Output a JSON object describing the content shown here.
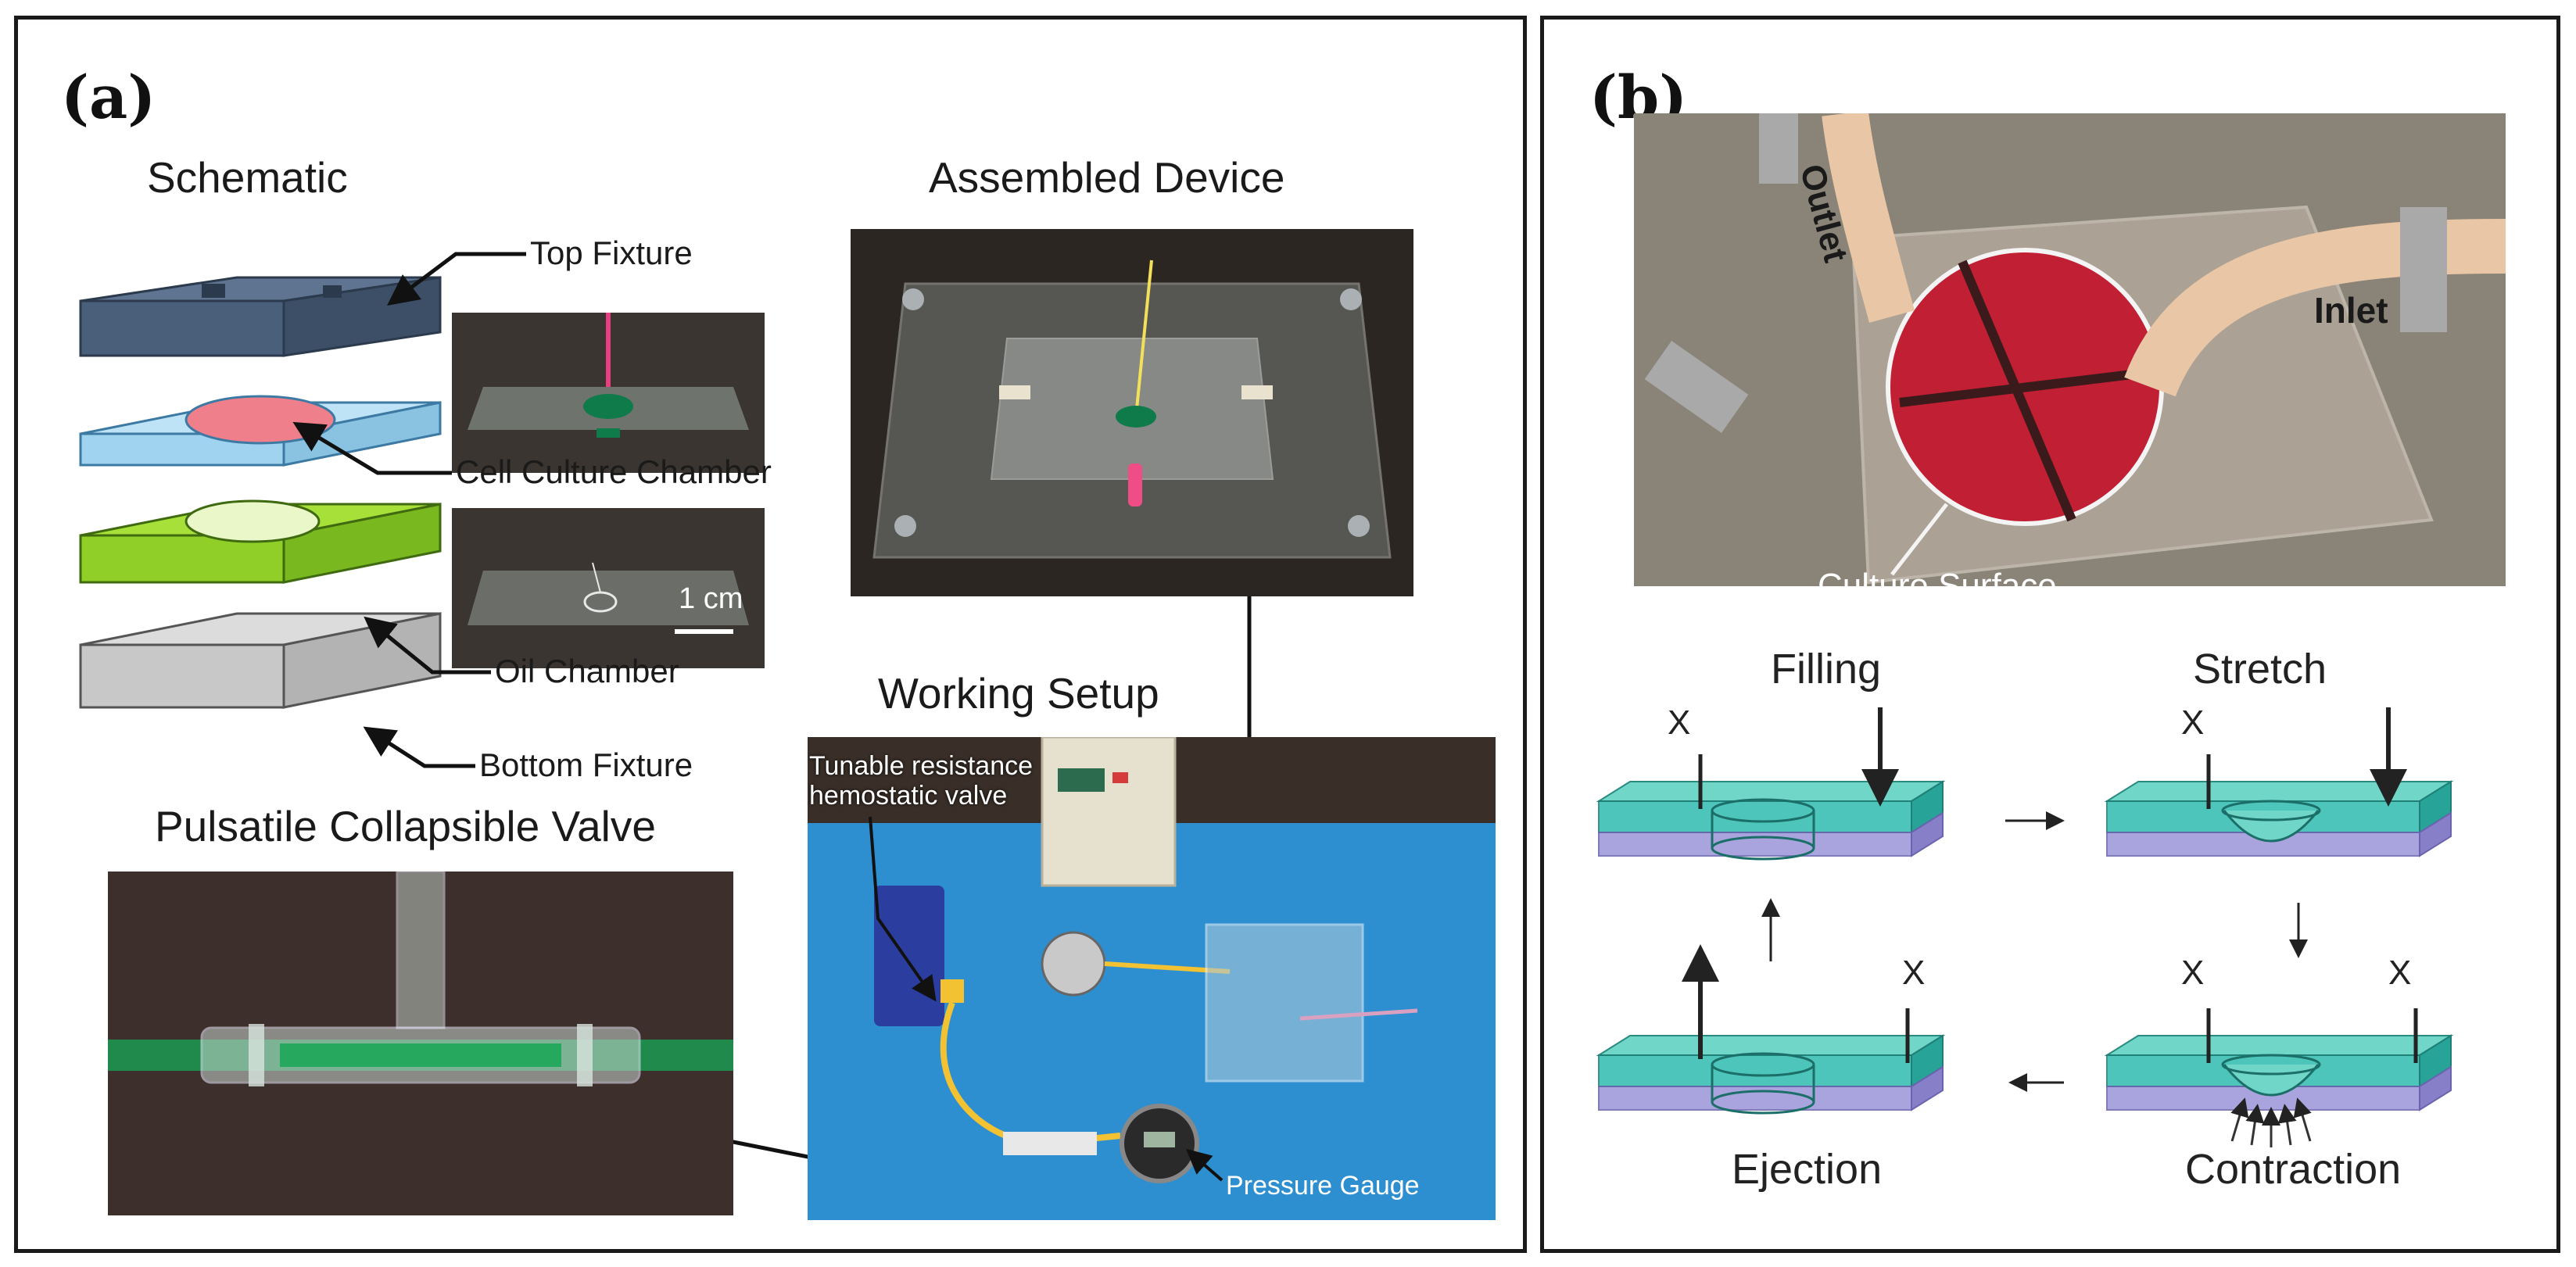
{
  "panel_a": {
    "label": "(a)",
    "schematic_title": "Schematic",
    "assembled_title": "Assembled Device",
    "working_title": "Working Setup",
    "valve_title": "Pulsatile Collapsible Valve",
    "layers": {
      "top": "Top Fixture",
      "culture": "Cell Culture Chamber",
      "oil": "Oil Chamber",
      "bottom": "Bottom Fixture"
    },
    "scale_bar": "1 cm",
    "tunable_valve": "Tunable resistance\nhemostatic valve",
    "pressure_gauge": "Pressure Gauge"
  },
  "panel_b": {
    "label": "(b)",
    "photo_labels": {
      "outlet": "Outlet",
      "inlet": "Inlet",
      "culture_surface": "Culture Surface"
    },
    "stages": {
      "filling": "Filling",
      "stretch": "Stretch",
      "ejection": "Ejection",
      "contraction": "Contraction"
    },
    "closed_marker": "X"
  },
  "colors": {
    "top_fixture": "#4a5f7a",
    "culture_layer": "#9fd3ef",
    "culture_well": "#f07f8c",
    "oil_layer": "#8fcf28",
    "bottom_fixture": "#c8c8c8",
    "device_teal": "#2fbcb0",
    "device_purple": "#9b95d9",
    "photo_blue": "#2e8fd0"
  }
}
